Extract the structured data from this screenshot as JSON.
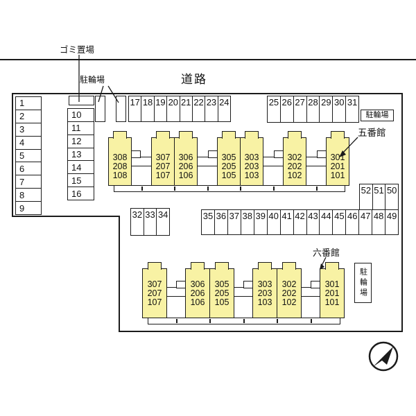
{
  "colors": {
    "building_fill": "#f8f2a4",
    "line": "#1b1b1b"
  },
  "labels": {
    "garbage": "ゴミ置場",
    "bicycle_top": "駐輪場",
    "road": "道路",
    "bicycle_right": "駐輪場",
    "bicycle_bottom": "駐輪場",
    "building5": "五番館",
    "building6": "六番館"
  },
  "parking": {
    "col_1_9": [
      "1",
      "2",
      "3",
      "4",
      "5",
      "6",
      "7",
      "8",
      "9"
    ],
    "col_10_16": [
      "10",
      "11",
      "12",
      "13",
      "14",
      "15",
      "16"
    ],
    "row_17_24": [
      "17",
      "18",
      "19",
      "20",
      "21",
      "22",
      "23",
      "24"
    ],
    "row_25_31": [
      "25",
      "26",
      "27",
      "28",
      "29",
      "30",
      "31"
    ],
    "row_32_34": [
      "32",
      "33",
      "34"
    ],
    "row_35_49": [
      "35",
      "36",
      "37",
      "38",
      "39",
      "40",
      "41",
      "42",
      "43",
      "44",
      "45",
      "46",
      "47",
      "48",
      "49"
    ],
    "block_52_50": [
      "52",
      "51",
      "50"
    ]
  },
  "building5": {
    "blocks": [
      [
        [
          "308",
          "208",
          "108"
        ]
      ],
      [
        [
          "307",
          "207",
          "107"
        ],
        [
          "306",
          "206",
          "106"
        ]
      ],
      [
        [
          "305",
          "205",
          "105"
        ],
        [
          "303",
          "203",
          "103"
        ]
      ],
      [
        [
          "302",
          "202",
          "102"
        ]
      ],
      [
        [
          "301",
          "201",
          "101"
        ]
      ]
    ]
  },
  "building6": {
    "blocks": [
      [
        [
          "307",
          "207",
          "107"
        ]
      ],
      [
        [
          "306",
          "206",
          "106"
        ],
        [
          "305",
          "205",
          "105"
        ]
      ],
      [
        [
          "303",
          "203",
          "103"
        ],
        [
          "302",
          "202",
          "102"
        ]
      ],
      [
        [
          "301",
          "201",
          "101"
        ]
      ]
    ]
  },
  "compass": {
    "icon": "northeast-arrow"
  }
}
